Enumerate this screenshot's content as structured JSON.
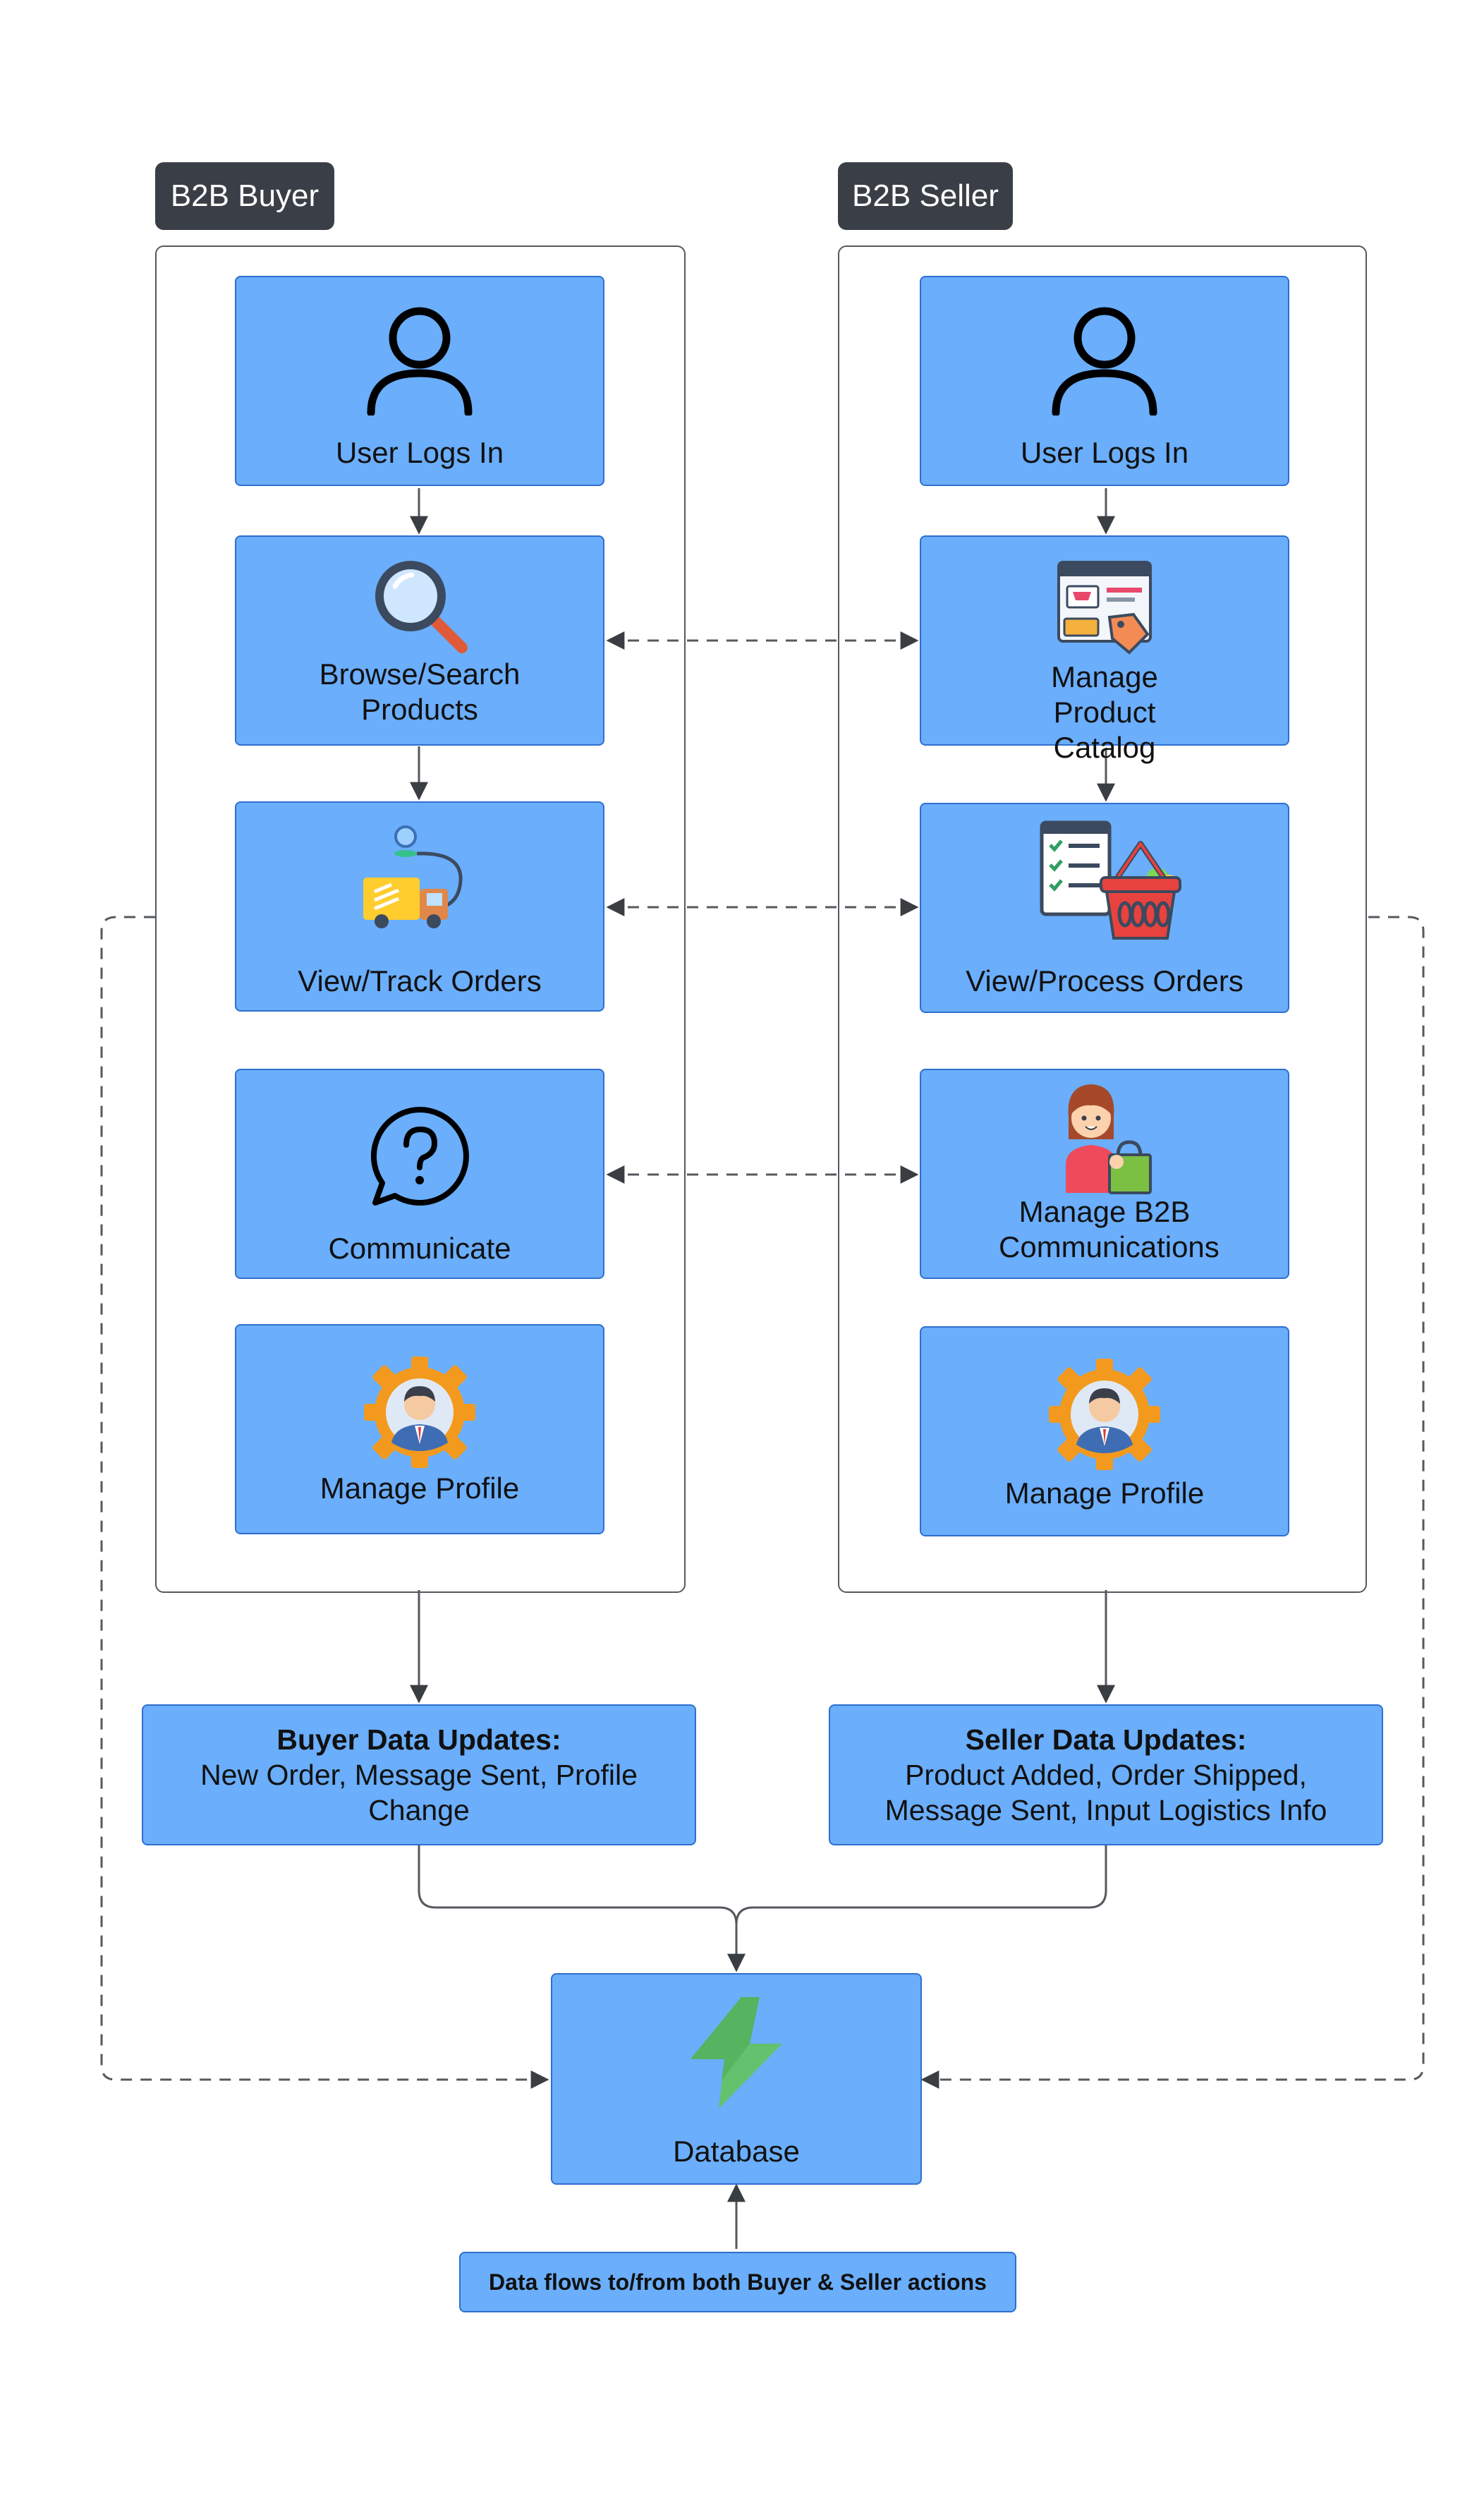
{
  "groups": {
    "buyer": {
      "title": "B2B Buyer",
      "steps": [
        {
          "label": "User Logs In",
          "icon": "user-icon"
        },
        {
          "label": "Browse/Search Products",
          "icon": "magnifier-icon"
        },
        {
          "label": "View/Track Orders",
          "icon": "delivery-truck-icon"
        },
        {
          "label": "Communicate",
          "icon": "question-chat-icon"
        },
        {
          "label": "Manage Profile",
          "icon": "profile-gear-icon"
        }
      ]
    },
    "seller": {
      "title": "B2B Seller",
      "steps": [
        {
          "label": "User Logs In",
          "icon": "user-icon"
        },
        {
          "label": "Manage Product Catalog",
          "icon": "catalog-tag-icon"
        },
        {
          "label": "View/Process Orders",
          "icon": "checklist-basket-icon"
        },
        {
          "label": "Manage B2B Communications",
          "icon": "shopper-bag-icon"
        },
        {
          "label": "Manage Profile",
          "icon": "profile-gear-icon"
        }
      ]
    }
  },
  "updates": {
    "buyer": {
      "title": "Buyer Data Updates:",
      "body": "New Order, Message Sent, Profile Change"
    },
    "seller": {
      "title": "Seller Data Updates:",
      "body": "Product Added, Order Shipped, Message Sent, Input Logistics Info"
    }
  },
  "database": {
    "label": "Database",
    "icon": "lightning-icon"
  },
  "note": {
    "label": "Data flows to/from both Buyer & Seller actions"
  },
  "colors": {
    "node_fill": "#6aaefc",
    "node_border": "#2f6fcf",
    "tag_fill": "#3a3f47",
    "edge": "#55585e"
  }
}
